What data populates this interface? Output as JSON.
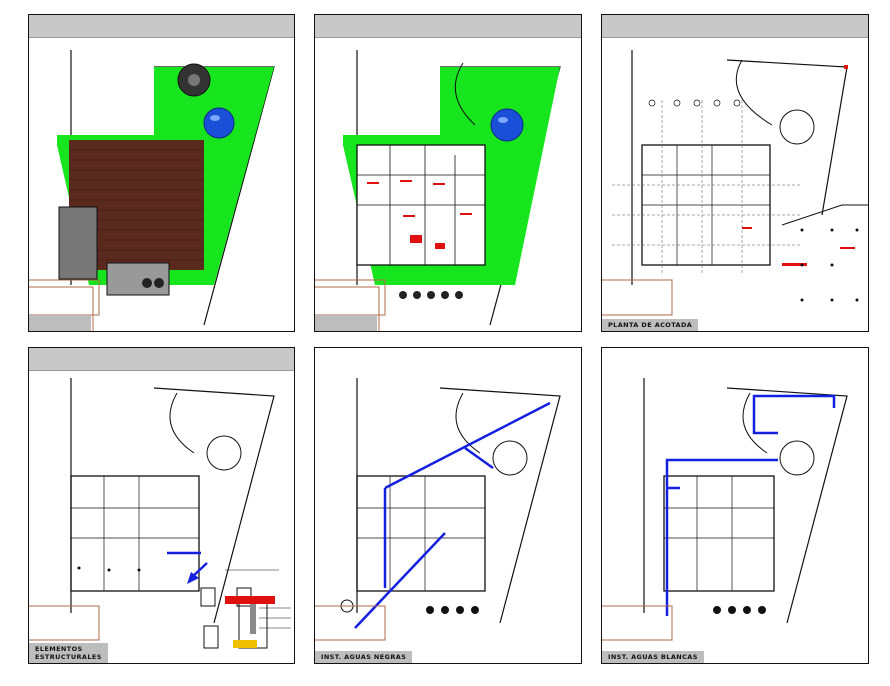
{
  "panels": [
    {
      "id": 1,
      "caption": ""
    },
    {
      "id": 2,
      "caption": ""
    },
    {
      "id": 3,
      "caption": "PLANTA DE ACOTADA"
    },
    {
      "id": 4,
      "caption": "ELEMENTOS\nESTRUCTURALES"
    },
    {
      "id": 5,
      "caption": "INST. AGUAS NEGRAS"
    },
    {
      "id": 6,
      "caption": "INST. AGUAS BLANCAS"
    }
  ],
  "colors": {
    "lawn": "#17e61e",
    "roof": "#5a2a1e",
    "pool": "#1a4fd8",
    "pipe": "#1420e0",
    "annotation": "#e01010",
    "line": "#111111",
    "boundary": "#b06a4a",
    "header": "#c8c8c8"
  }
}
